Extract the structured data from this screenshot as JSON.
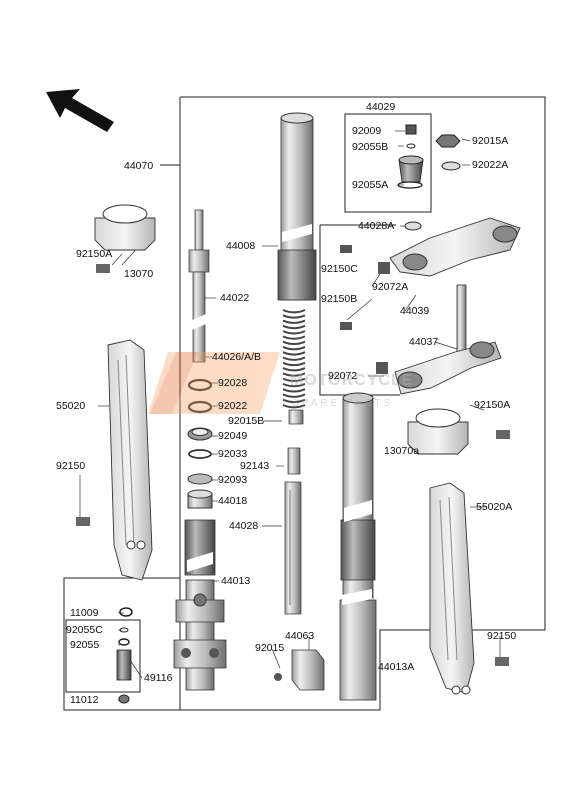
{
  "watermark": {
    "line1": "MOTORCYCLE",
    "line2": "SPARE PARTS"
  },
  "labels": {
    "p44070": "44070",
    "p44029": "44029",
    "p92009": "92009",
    "p92055B": "92055B",
    "p92055A": "92055A",
    "p44028A": "44028A",
    "p92015A": "92015A",
    "p92022A": "92022A",
    "p92150A_l": "92150A",
    "p13070": "13070",
    "p44008": "44008",
    "p92150C": "92150C",
    "p92072A": "92072A",
    "p92150B": "92150B",
    "p44039": "44039",
    "p44022": "44022",
    "p44026": "44026/A/B",
    "p44037": "44037",
    "p92028": "92028",
    "p92072": "92072",
    "p55020": "55020",
    "p92022": "92022",
    "p92015B": "92015B",
    "p92150A_r": "92150A",
    "p92049": "92049",
    "p92033": "92033",
    "p13070a": "13070a",
    "p92143": "92143",
    "p92093": "92093",
    "p44018": "44018",
    "p92150_l": "92150",
    "p55020A": "55020A",
    "p44028": "44028",
    "p44013": "44013",
    "p11009": "11009",
    "p92055C": "92055C",
    "p92055": "92055",
    "p44063": "44063",
    "p92015": "92015",
    "p92150_r": "92150",
    "p49116": "49116",
    "p44013A": "44013A",
    "p11012": "11012"
  }
}
